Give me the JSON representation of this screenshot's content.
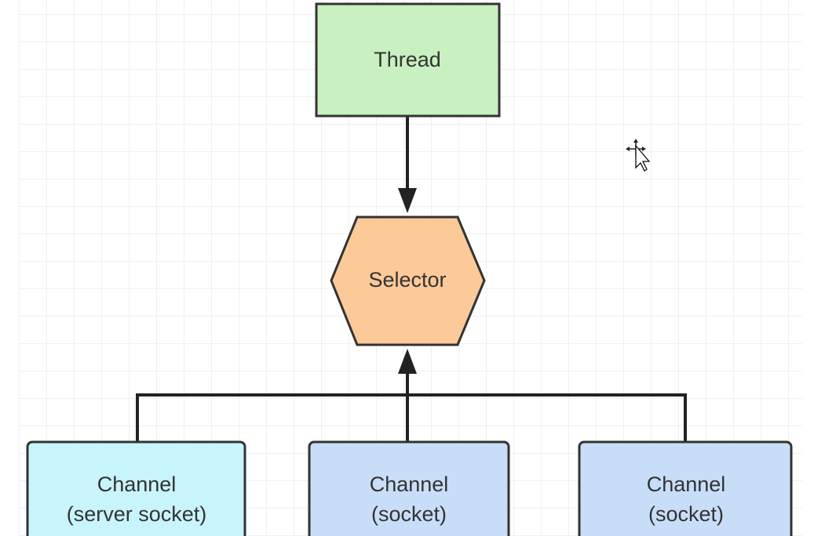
{
  "diagram": {
    "nodes": {
      "thread": {
        "label": "Thread",
        "fill": "#c8f0c0",
        "stroke": "#333333"
      },
      "selector": {
        "label": "Selector",
        "fill": "#fcc999",
        "stroke": "#333333"
      },
      "channel_server": {
        "line1": "Channel",
        "line2": "(server socket)",
        "fill": "#c8f4fb",
        "stroke": "#333333"
      },
      "channel_socket_1": {
        "line1": "Channel",
        "line2": "(socket)",
        "fill": "#c8def8",
        "stroke": "#333333"
      },
      "channel_socket_2": {
        "line1": "Channel",
        "line2": "(socket)",
        "fill": "#c8def8",
        "stroke": "#333333"
      }
    },
    "edges": [
      {
        "from": "thread",
        "to": "selector"
      },
      {
        "from": "channel_server",
        "to": "selector"
      },
      {
        "from": "channel_socket_1",
        "to": "selector"
      },
      {
        "from": "channel_socket_2",
        "to": "selector"
      }
    ],
    "grid": true,
    "grid_color": "#e6e6e6",
    "cursor": "move-cursor"
  }
}
